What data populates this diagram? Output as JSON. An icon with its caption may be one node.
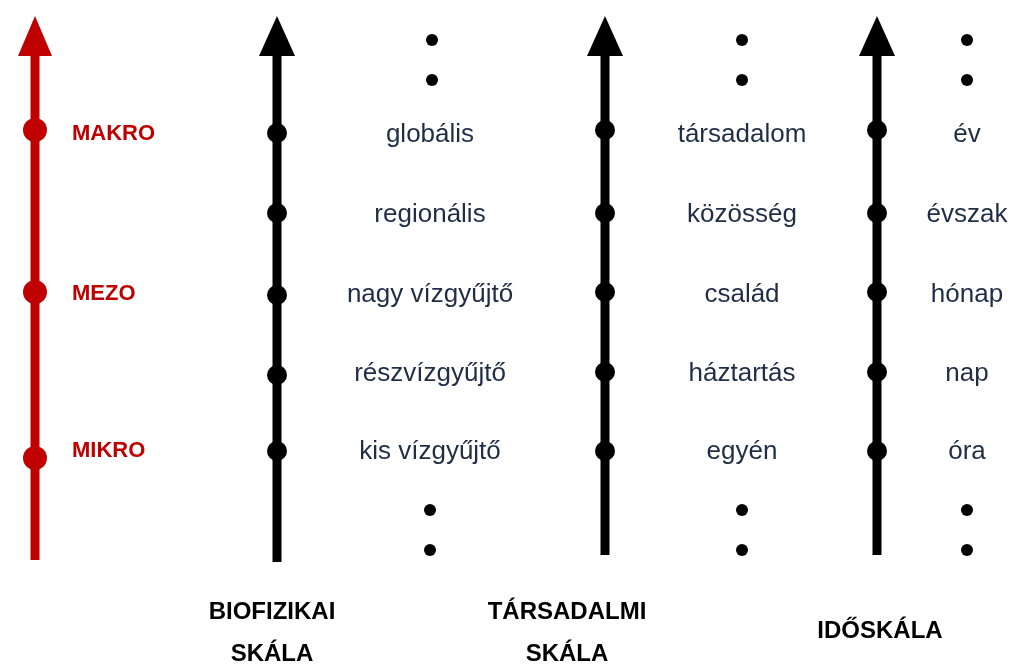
{
  "diagram": {
    "labels": [
      "MAKRO",
      "globális",
      "társadalom",
      "év",
      "regionális",
      "közösség",
      "évszak",
      "MEZO",
      "nagy vízgyűjtő",
      "család",
      "hónap",
      "részvízgyűjtő",
      "háztartás",
      "nap",
      "MIKRO",
      "kis vízgyűjtő",
      "egyén",
      "óra",
      "BIOFIZIKAI SKÁLA",
      "TÁRSADALMI SKÁLA",
      "IDŐSKÁLA"
    ]
  }
}
